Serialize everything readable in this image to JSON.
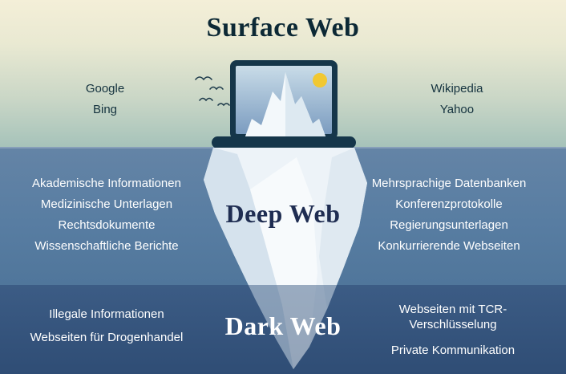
{
  "surface": {
    "title": "Surface Web",
    "left_items": [
      "Google",
      "Bing"
    ],
    "right_items": [
      "Wikipedia",
      "Yahoo"
    ]
  },
  "deep": {
    "title": "Deep Web",
    "left_items": [
      "Akademische Informationen",
      "Medizinische Unterlagen",
      "Rechtsdokumente",
      "Wissenschaftliche Berichte"
    ],
    "right_items": [
      "Mehrsprachige Datenbanken",
      "Konferenzprotokolle",
      "Regierungsunterlagen",
      "Konkurrierende Webseiten"
    ]
  },
  "dark": {
    "title": "Dark Web",
    "left_items": [
      "Illegale Informationen",
      "Webseiten für Drogenhandel"
    ],
    "right_items": [
      "Webseiten mit TCR-Verschlüsselung",
      "Private Kommunikation"
    ]
  },
  "colors": {
    "sky_top": "#f4efd8",
    "sky_bottom": "#a6c3ba",
    "deep_water": "#5c7fa3",
    "dark_water": "#35547d",
    "iceberg": "#edf3f8",
    "laptop": "#15364a",
    "sun": "#f1c832",
    "surface_title_text": "#0c2935",
    "deep_title_text": "#1f2d52",
    "light_text": "#ffffff"
  },
  "icons": {
    "laptop": "laptop-icon",
    "iceberg": "iceberg-icon",
    "sun": "sun-icon",
    "birds": "birds-icon"
  }
}
